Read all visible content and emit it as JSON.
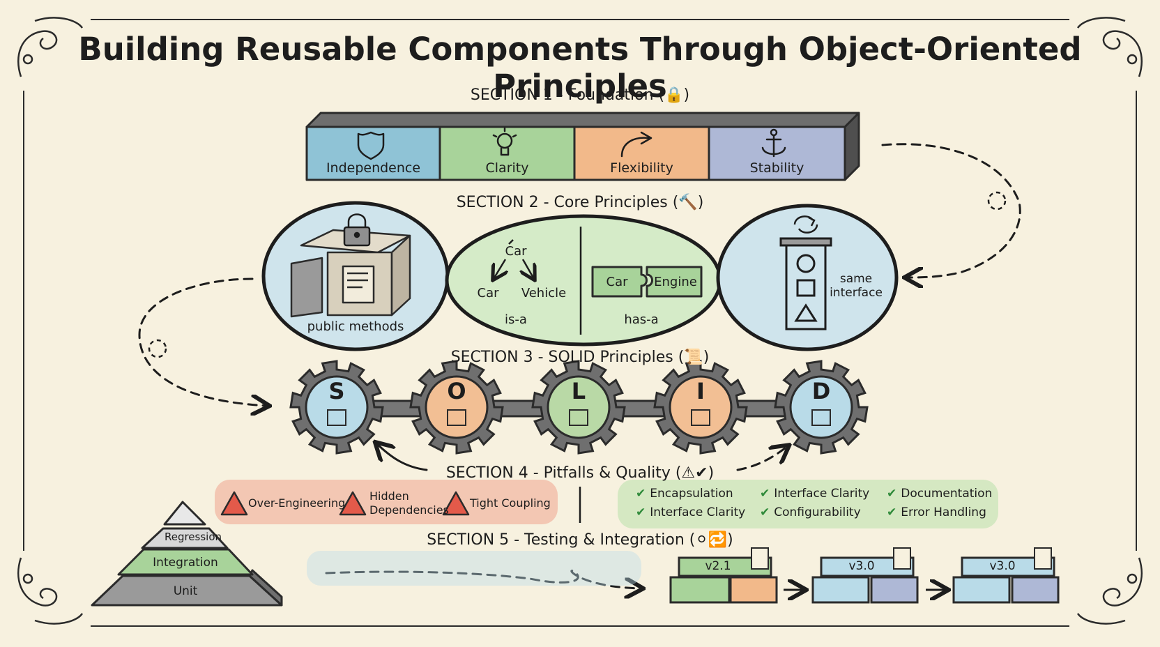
{
  "title": "Building Reusable Components Through Object-Oriented Principles",
  "section1": {
    "heading": "SECTION 1 - Foundation (🔒)",
    "blocks": [
      {
        "label": "Independence",
        "icon": "shield-icon",
        "color": "#8fc3d6"
      },
      {
        "label": "Clarity",
        "icon": "lightbulb-icon",
        "color": "#a8d39a"
      },
      {
        "label": "Flexibility",
        "icon": "curved-arrow-icon",
        "color": "#f2b98a"
      },
      {
        "label": "Stability",
        "icon": "anchor-icon",
        "color": "#aeb8d6"
      }
    ]
  },
  "section2": {
    "heading": "SECTION 2 - Core Principles (🔨)",
    "encapsulation_label": "public methods",
    "inheritance": {
      "parent": "Car",
      "child_left": "Car",
      "child_right": "Vehicle",
      "caption": "is-a"
    },
    "composition": {
      "left": "Car",
      "right": "Engine",
      "caption": "has-a"
    },
    "polymorphism": {
      "label_line1": "same",
      "label_line2": "interface"
    }
  },
  "section3": {
    "heading": "SECTION 3 - SOLID Principles (📜)",
    "gears": [
      {
        "letter": "S",
        "icon": "document-icon",
        "color": "#b9dbe8"
      },
      {
        "letter": "O",
        "icon": "plug-icon",
        "color": "#f2bf94"
      },
      {
        "letter": "L",
        "icon": "swap-arrows-icon",
        "color": "#b9d9a6"
      },
      {
        "letter": "I",
        "icon": "interface-panels-icon",
        "color": "#f2bf94"
      },
      {
        "letter": "D",
        "icon": "bridge-icon",
        "color": "#b9dbe8"
      }
    ]
  },
  "section4": {
    "heading": "SECTION 4 - Pitfalls & Quality (⚠✔)",
    "pitfalls": [
      {
        "line1": "Over-Engineering",
        "line2": ""
      },
      {
        "line1": "Hidden",
        "line2": "Dependencies"
      },
      {
        "line1": "Tight Coupling",
        "line2": ""
      }
    ],
    "quality": [
      "Encapsulation",
      "Interface Clarity",
      "Documentation",
      "Interface Clarity",
      "Configurability",
      "Error Handling"
    ],
    "check": "✔"
  },
  "section5": {
    "heading": "SECTION 5 - Testing & Integration (⚪🔁)",
    "pyramid": [
      "Regression",
      "Integration",
      "Unit"
    ],
    "versions": [
      "v2.1",
      "v3.0",
      "v3.0"
    ]
  },
  "colors": {
    "background": "#f7f1df",
    "ink": "#1d1d1d",
    "blue": "#8fc3d6",
    "green": "#a8d39a",
    "orange": "#f2b98a",
    "lavender": "#aeb8d6",
    "gear": "#6f6f6f",
    "warning_red": "#e35a4a"
  }
}
